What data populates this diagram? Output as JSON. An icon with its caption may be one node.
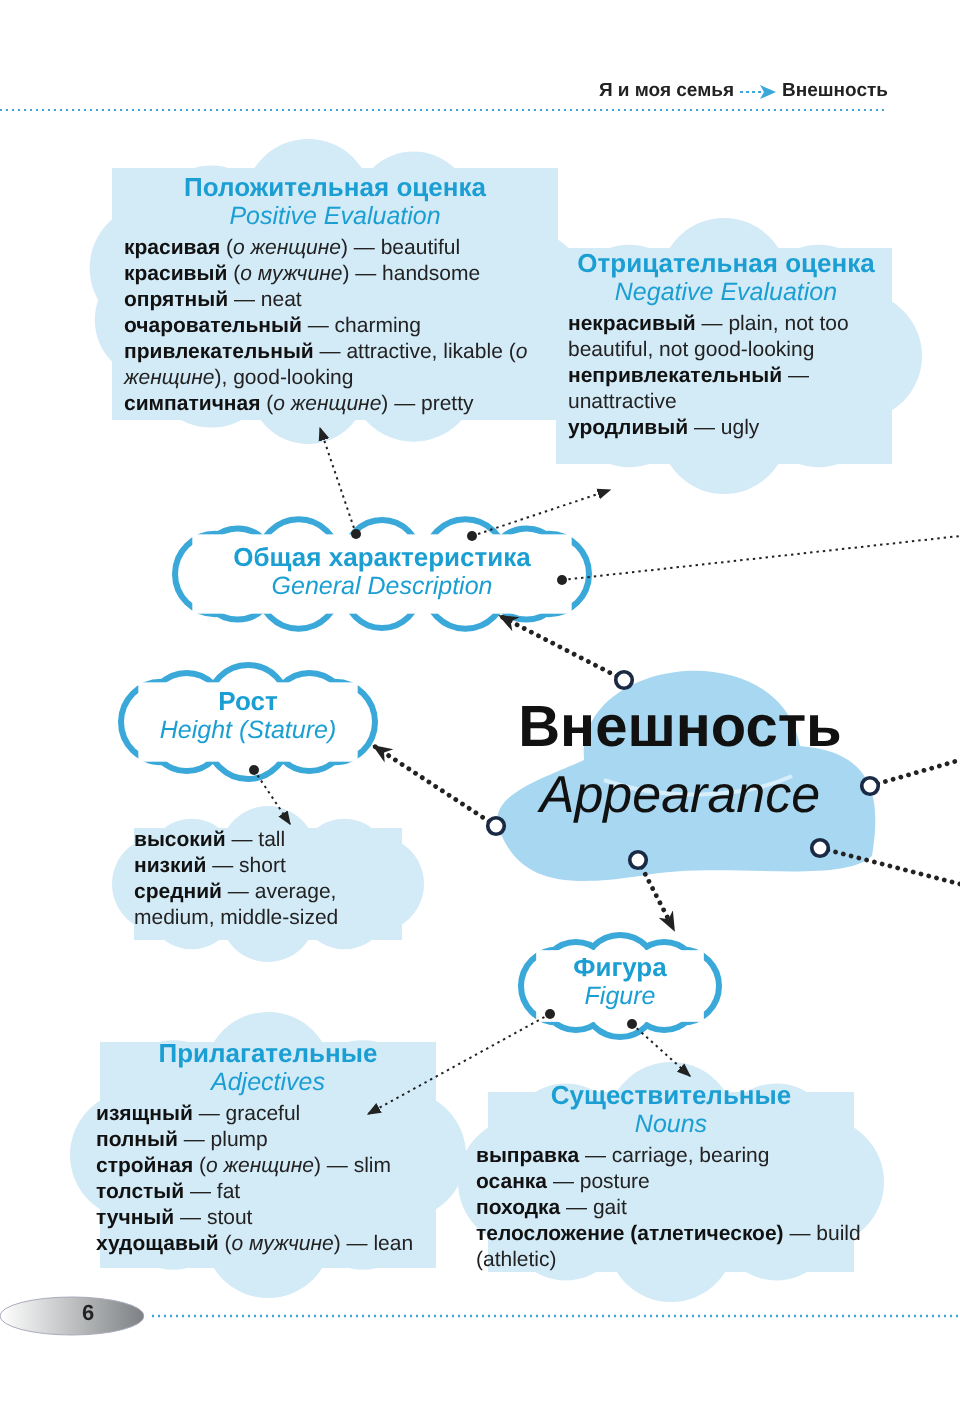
{
  "diagram": {
    "nodes": [
      {
        "text": [
          "Внешность",
          "Appearance"
        ]
      },
      {
        "text": [
          "Общая характеристика",
          "General Description"
        ]
      },
      {
        "text": [
          "Положительная оценка",
          "Positive Evaluation",
          "**красивая** (*о женщине*) — beautiful",
          "**красивый** (*о мужчине*) — handsome",
          "**опрятный** — neat",
          "**очаровательный** — charming",
          "**привлекательный** — attractive, likable (*о женщине*), good-looking",
          "**симпатичная** (*о женщине*) — pretty"
        ]
      },
      {
        "text": [
          "Отрицательная оценка",
          "Negative Evaluation",
          "**некрасивый** — plain, not too beautiful, not good-looking",
          "**непривлекательный** — unattractive",
          "**уродливый** — ugly"
        ]
      },
      {
        "text": [
          "Рост",
          "Height (Stature)"
        ]
      },
      {
        "text": [
          "**высокий** — tall",
          "**низкий** — short",
          "**средний** — average, medium, middle-sized"
        ]
      },
      {
        "text": [
          "Фигура",
          "Figure"
        ]
      },
      {
        "text": [
          "Прилагательные",
          "Adjectives",
          "**изящный** — graceful",
          "**полный** — plump",
          "**стройная** (*о женщине*) — slim",
          "**толстый** — fat",
          "**тучный** — stout",
          "**худощавый** (*о мужчине*) — lean"
        ]
      },
      {
        "text": [
          "Существительные",
          "Nouns",
          "**выправка** — carriage, bearing",
          "**осанка** — posture",
          "**походка** — gait",
          "**телосложение (атлетическое)** — build (athletic)"
        ]
      }
    ],
    "edges": [
      {
        "from": 0,
        "to": 1,
        "arrow": "to",
        "style": "dashed"
      },
      {
        "from": 0,
        "to": 4,
        "arrow": "to",
        "style": "dashed"
      },
      {
        "from": 0,
        "to": 6,
        "arrow": "to",
        "style": "dashed"
      },
      {
        "from": 0,
        "to": null,
        "arrow": "other",
        "style": "dashed"
      },
      {
        "from": 0,
        "to": null,
        "arrow": "other",
        "style": "dashed"
      },
      {
        "from": 1,
        "to": 2,
        "arrow": "to"
      },
      {
        "from": 1,
        "to": 3,
        "arrow": "to"
      },
      {
        "from": 1,
        "to": null,
        "arrow": "other"
      },
      {
        "from": 4,
        "to": 5,
        "arrow": "to"
      },
      {
        "from": 6,
        "to": 7,
        "arrow": "to"
      },
      {
        "from": 6,
        "to": 8,
        "arrow": "to"
      }
    ],
    "labels": [
      "Я и моя семья",
      "Внешность",
      "6"
    ]
  }
}
